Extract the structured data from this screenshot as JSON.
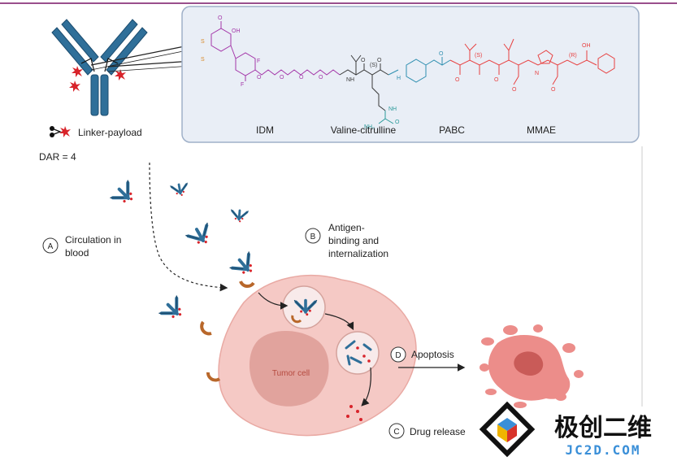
{
  "legend": {
    "linker_payload": "Linker-payload",
    "dar": "DAR = 4"
  },
  "molecule": {
    "segments": [
      {
        "label": "IDM",
        "color": "#a335a8"
      },
      {
        "label": "Valine-citrulline",
        "color": "#3a3a3a"
      },
      {
        "label": "PABC",
        "color": "#2f8fb0"
      },
      {
        "label": "MMAE",
        "color": "#e84040"
      }
    ],
    "atoms": {
      "o": "O",
      "oh": "OH",
      "s": "S",
      "f": "F",
      "n": "N",
      "nh": "NH",
      "h": "H",
      "nh2": "NH₂",
      "stereo": "(S)",
      "stereo_r": "(R)"
    }
  },
  "steps": {
    "a": {
      "letter": "A",
      "text_lines": [
        "Circulation in",
        "blood"
      ]
    },
    "b": {
      "letter": "B",
      "text_lines": [
        "Antigen-",
        "binding and",
        "internalization"
      ]
    },
    "c": {
      "letter": "C",
      "text_lines": [
        "Drug release"
      ]
    },
    "d": {
      "letter": "D",
      "text_lines": [
        "Apoptosis"
      ]
    }
  },
  "cell": {
    "label": "Tumor cell"
  },
  "watermark": {
    "brand_cn": "极创二维",
    "brand_url": "JC2D.COM"
  },
  "colors": {
    "antibody": "#2f6f99",
    "antibody_dark": "#1c4d70",
    "payload": "#d8232a",
    "tumor_cell": "#f5c9c5",
    "nucleus": "#d9968f",
    "receptor": "#b8672a",
    "box_bg": "#e9eef6",
    "box_border": "#9fb0c8"
  }
}
